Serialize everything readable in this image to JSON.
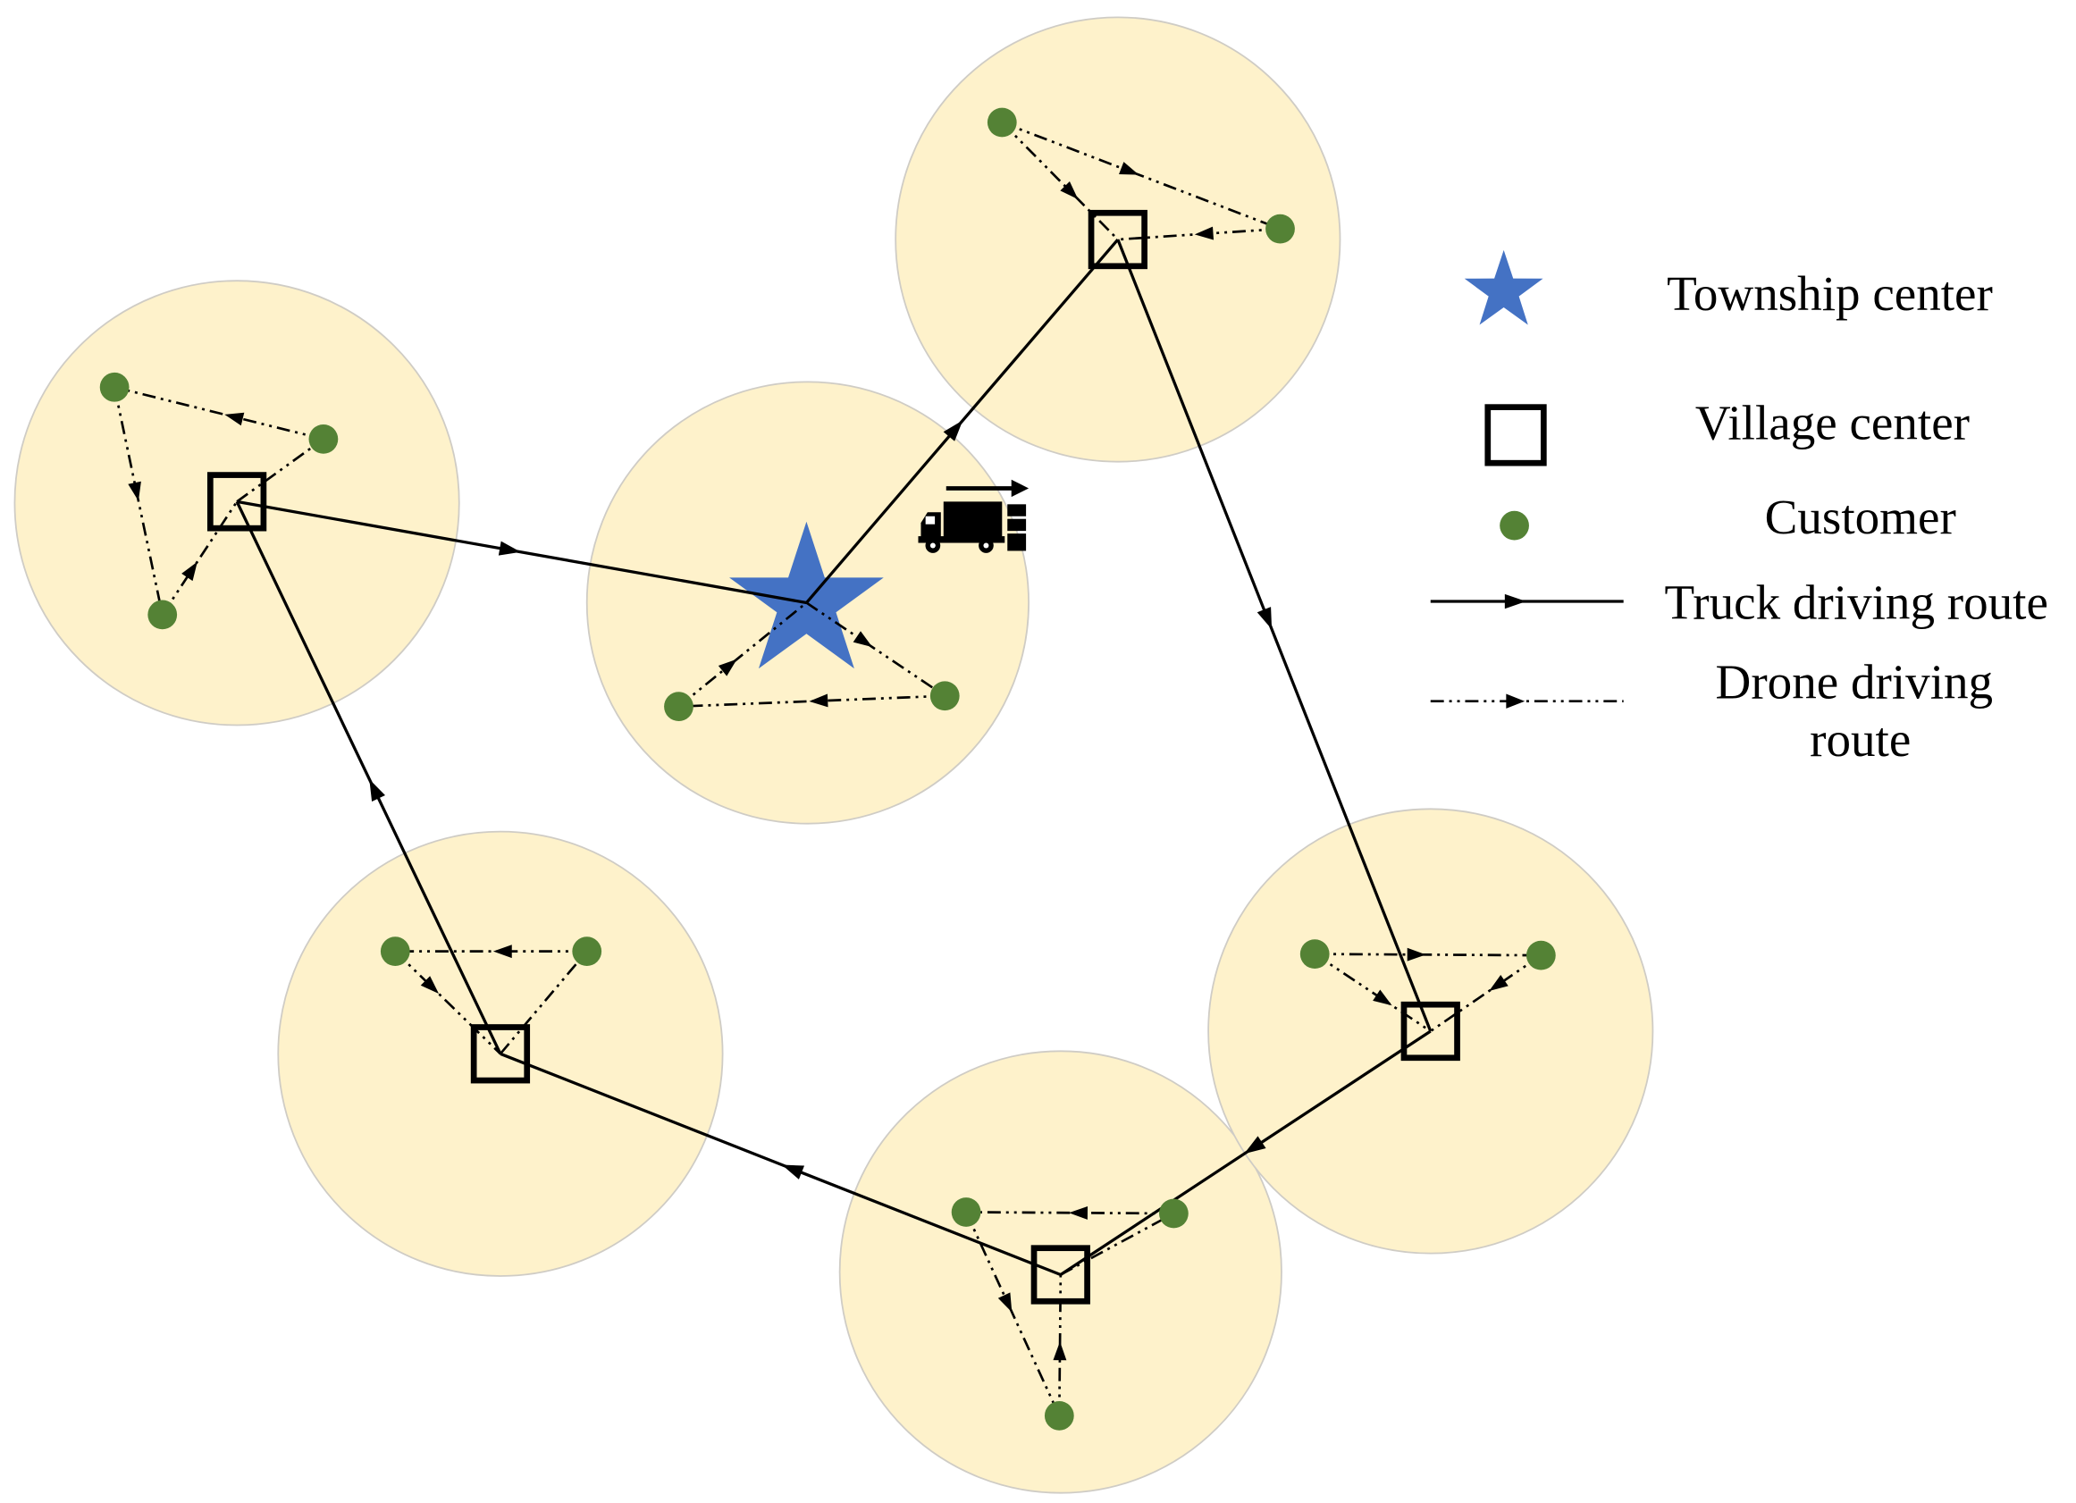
{
  "legend": {
    "township": {
      "label": "Township center",
      "icon": "star-icon",
      "color": "#4472C4"
    },
    "village": {
      "label": "Village center",
      "icon": "square-icon",
      "color": "#000000"
    },
    "customer": {
      "label": "Customer",
      "icon": "dot-icon",
      "color": "#548235"
    },
    "truck": {
      "label": "Truck driving route",
      "color": "#000000"
    },
    "drone": {
      "label_lines": [
        "Drone driving",
        "route"
      ],
      "color": "#000000"
    }
  },
  "colors": {
    "background": "#FFFFFF",
    "zone_fill": "#FEF2CB",
    "zone_stroke": "#CFCCC5"
  },
  "icons": {
    "vehicle": "truck-icon"
  }
}
